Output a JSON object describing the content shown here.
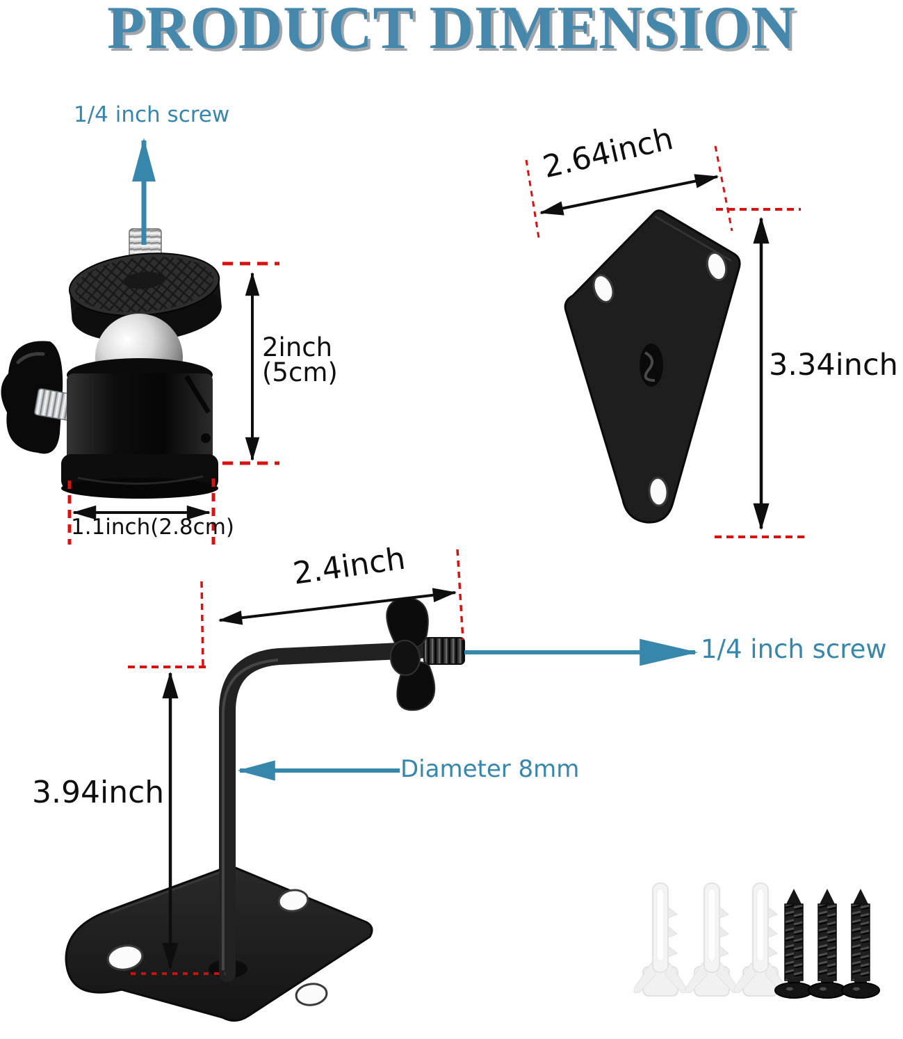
{
  "title": "PRODUCT DIMENSION",
  "palette": {
    "title_blue": "#4588ac",
    "title_shadow_gray": "#a0a6ab",
    "label_blue": "#3786ab",
    "dash_red": "#d81111",
    "dimension_black": "#0e0e0e"
  },
  "ball_head": {
    "screw_label": "1/4 inch screw",
    "height_label_primary": "2inch",
    "height_label_secondary": "(5cm)",
    "width_label": "1.1inch(2.8cm)"
  },
  "wall_plate": {
    "width_label": "2.64inch",
    "height_label": "3.34inch"
  },
  "bracket": {
    "length_label": "2.4inch",
    "height_label": "3.94inch",
    "screw_label": "1/4 inch screw",
    "diameter_label": "Diameter 8mm"
  },
  "hardware": {
    "anchor_count": 3,
    "screw_count": 3
  }
}
